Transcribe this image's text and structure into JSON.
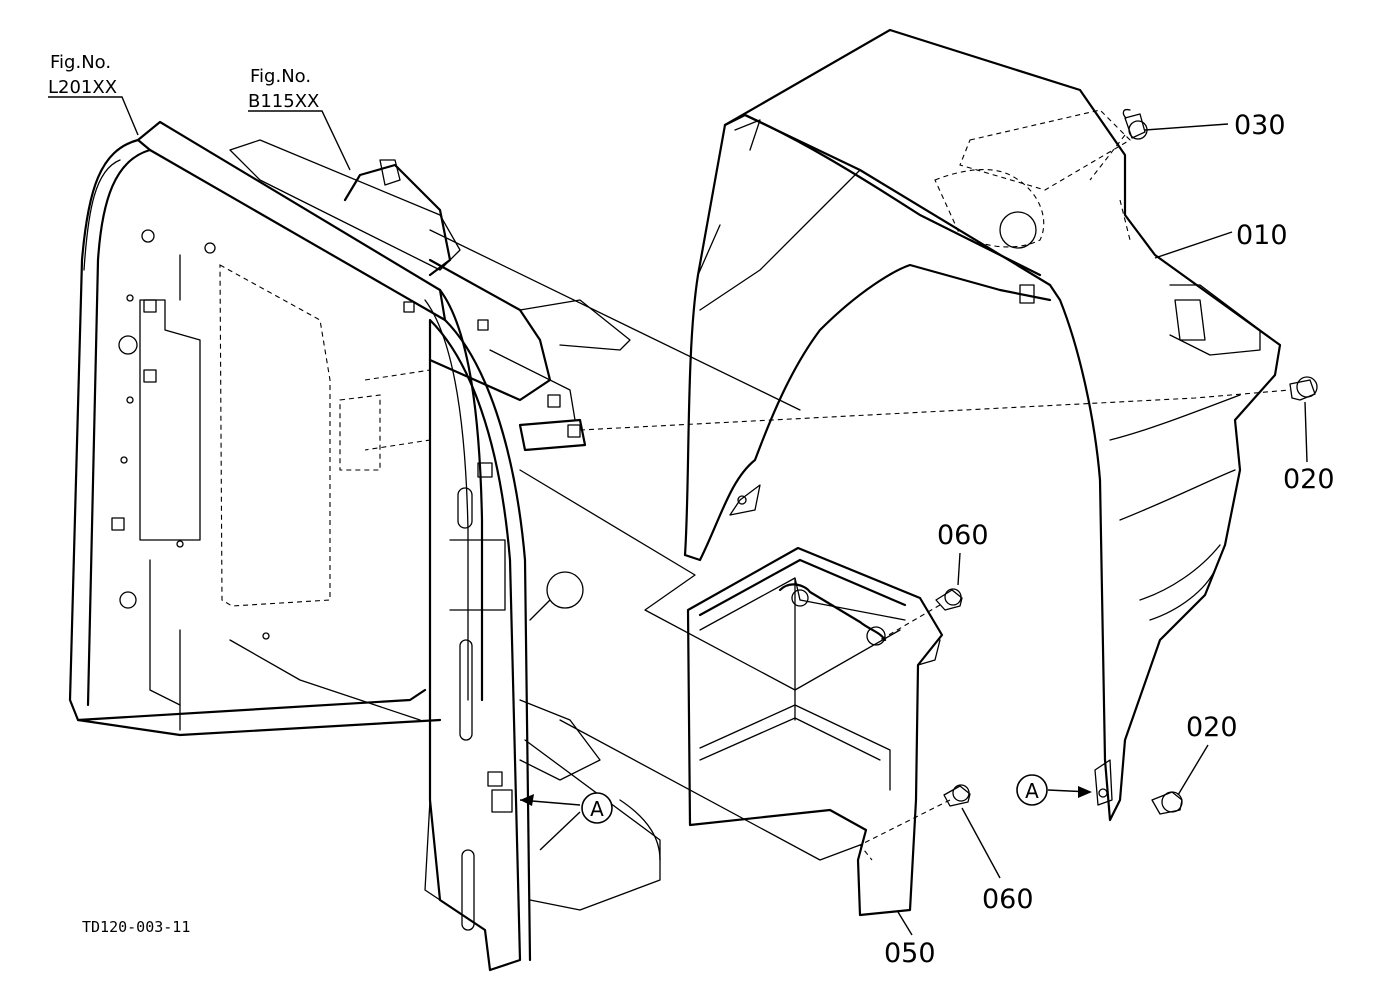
{
  "figure_refs": [
    {
      "line1": "Fig.No.",
      "line2": "L201XX"
    },
    {
      "line1": "Fig.No.",
      "line2": "B115XX"
    }
  ],
  "part_labels": [
    "030",
    "010",
    "020",
    "060",
    "020",
    "060",
    "050"
  ],
  "reference_mark": "A",
  "drawing_code": "TD120-003-11"
}
